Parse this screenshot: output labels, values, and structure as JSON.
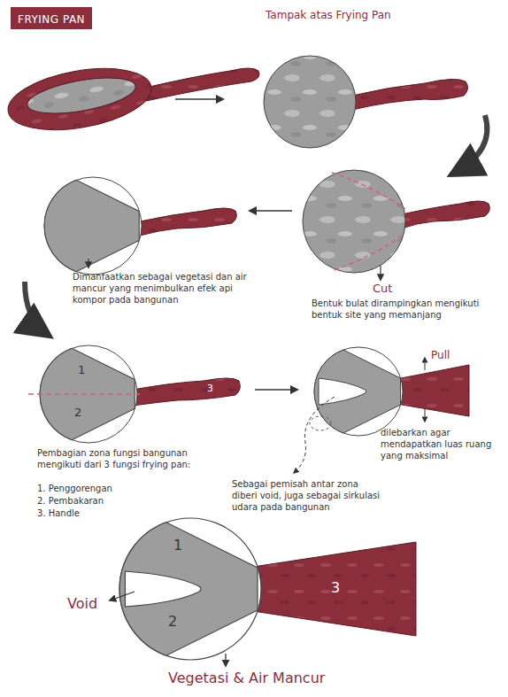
{
  "diagram": {
    "title": "FRYING PAN",
    "labels": [
      "Tampak atas Frying Pan",
      "Cut",
      "Bentuk bulat dirampingkan mengikuti bentuk site yang memanjang",
      "Dimanfaatkan sebagai vegetasi dan air mancur yang menimbulkan efek api kompor pada bangunan",
      "1",
      "2",
      "3",
      "Pembagian zona fungsi bangunan mengikuti dari 3 fungsi frying pan:",
      "1. Penggorengan",
      "2. Pembakaran",
      "3. Handle",
      "Pull",
      "dilebarkan agar mendapatkan luas ruang yang maksimal",
      "Sebagai pemisah antar zona diberi void, juga sebagai sirkulasi udara pada bangunan",
      "1",
      "2",
      "Void",
      "3",
      "Vegetasi & Air Mancur"
    ]
  }
}
